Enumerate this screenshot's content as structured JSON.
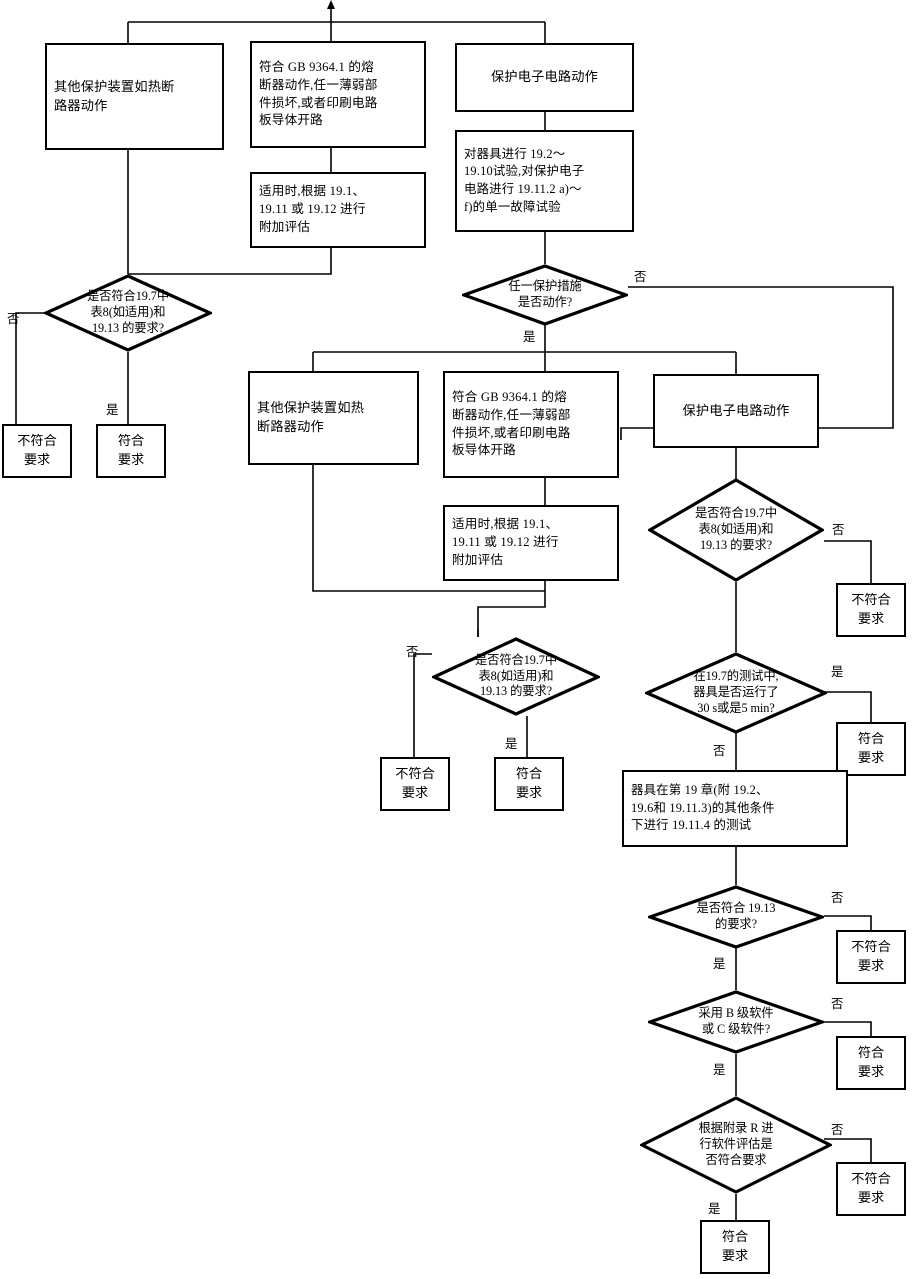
{
  "diagram": {
    "title": "protective-device-evaluation-flowchart",
    "language": "zh-CN",
    "line_color": "#000000",
    "background": "#ffffff"
  },
  "branch_labels": {
    "yes": "是",
    "no": "否"
  },
  "results": {
    "pass": "符合\n要求",
    "fail": "不符合\n要求"
  },
  "nodes": {
    "top_left_box": "其他保护装置如热断\n路器动作",
    "top_mid_box": "符合 GB 9364.1 的熔\n断器动作,任一薄弱部\n件损坏,或者印刷电路\n板导体开路",
    "top_mid_sub_box": "适用时,根据 19.1、\n19.11 或 19.12 进行\n附加评估",
    "top_right_box": "保护电子电路动作",
    "top_right_sub_box": "对器具进行 19.2～\n19.10试验,对保护电子\n电路进行 19.11.2 a)～\nf)的单一故障试验",
    "d_left_top": "是否符合19.7中\n表8(如适用)和\n19.13 的要求?",
    "d_any_protection": "任一保护措施\n是否动作?",
    "mid_left_box": "其他保护装置如热\n断路器动作",
    "mid_mid_box": "符合 GB 9364.1 的熔\n断器动作,任一薄弱部\n件损坏,或者印刷电路\n板导体开路",
    "mid_mid_sub_box": "适用时,根据 19.1、\n19.11 或 19.12 进行\n附加评估",
    "mid_right_box": "保护电子电路动作",
    "d_mid_right": "是否符合19.7中\n表8(如适用)和\n19.13 的要求?",
    "d_mid_left": "是否符合19.7中\n表8(如适用)和\n19.13 的要求?",
    "d_run_time": "在19.7的测试中,\n器具是否运行了\n30 s或是5 min?",
    "box_ch19": "器具在第 19 章(附 19.2、\n19.6和 19.11.3)的其他条件\n下进行 19.11.4 的测试",
    "d_19_13": "是否符合 19.13\n的要求?",
    "d_software_class": "采用 B 级软件\n或 C 级软件?",
    "d_annex_r": "根据附录 R 进\n行软件评估是\n否符合要求"
  },
  "edges": [
    {
      "from": "top_left_box",
      "to": "d_left_top",
      "label": ""
    },
    {
      "from": "top_mid_box",
      "to": "top_mid_sub_box",
      "label": ""
    },
    {
      "from": "top_mid_sub_box",
      "to": "d_left_top",
      "label": ""
    },
    {
      "from": "top_right_box",
      "to": "top_right_sub_box",
      "label": ""
    },
    {
      "from": "top_right_sub_box",
      "to": "d_any_protection",
      "label": ""
    },
    {
      "from": "d_left_top",
      "to": "fail-result-1",
      "label": "否"
    },
    {
      "from": "d_left_top",
      "to": "pass-result-1",
      "label": "是"
    },
    {
      "from": "d_any_protection",
      "to": "mid_row",
      "label": "是"
    },
    {
      "from": "d_any_protection",
      "to": "d_mid_right",
      "label": "否"
    },
    {
      "from": "mid_mid_box",
      "to": "mid_mid_sub_box",
      "label": ""
    },
    {
      "from": "mid_left_box",
      "to": "d_mid_left",
      "label": ""
    },
    {
      "from": "mid_mid_sub_box",
      "to": "d_mid_left",
      "label": ""
    },
    {
      "from": "mid_right_box",
      "to": "d_mid_right",
      "label": ""
    },
    {
      "from": "d_mid_right",
      "to": "fail-result-2",
      "label": "否"
    },
    {
      "from": "d_mid_right",
      "to": "d_run_time",
      "label": ""
    },
    {
      "from": "d_mid_left",
      "to": "fail-result-3",
      "label": "否"
    },
    {
      "from": "d_mid_left",
      "to": "pass-result-2",
      "label": "是"
    },
    {
      "from": "d_run_time",
      "to": "pass-result-3",
      "label": "是"
    },
    {
      "from": "d_run_time",
      "to": "box_ch19",
      "label": "否"
    },
    {
      "from": "box_ch19",
      "to": "d_19_13",
      "label": ""
    },
    {
      "from": "d_19_13",
      "to": "fail-result-4",
      "label": "否"
    },
    {
      "from": "d_19_13",
      "to": "d_software_class",
      "label": "是"
    },
    {
      "from": "d_software_class",
      "to": "pass-result-4",
      "label": "否"
    },
    {
      "from": "d_software_class",
      "to": "d_annex_r",
      "label": "是"
    },
    {
      "from": "d_annex_r",
      "to": "fail-result-5",
      "label": "否"
    },
    {
      "from": "d_annex_r",
      "to": "pass-result-5",
      "label": "是"
    }
  ]
}
